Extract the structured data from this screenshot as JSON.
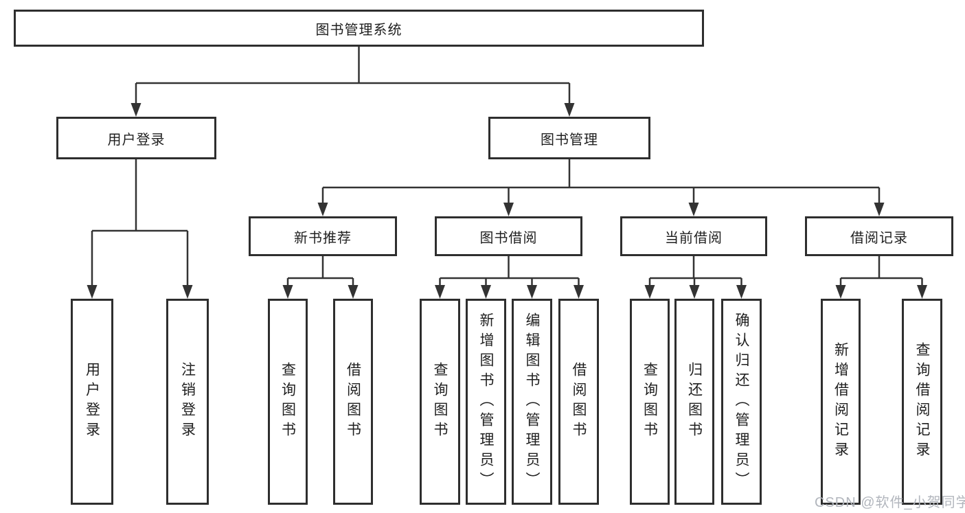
{
  "diagram": {
    "title": "图书管理系统",
    "level2": {
      "user_login": "用户登录",
      "book_mgmt": "图书管理"
    },
    "level3": {
      "recommend": "新书推荐",
      "borrow": "图书借阅",
      "current": "当前借阅",
      "records": "借阅记录"
    },
    "leaves": {
      "login": [
        "用户登录",
        "注销登录"
      ],
      "recommend": [
        "查询图书",
        "借阅图书"
      ],
      "borrow": [
        "查询图书",
        "新增图书（管理员）",
        "编辑图书（管理员）",
        "借阅图书"
      ],
      "current": [
        "查询图书",
        "归还图书",
        "确认归还（管理员）"
      ],
      "records": [
        "新增借阅记录",
        "查询借阅记录"
      ]
    }
  },
  "watermark": "CSDN @软件_小贺同学",
  "colors": {
    "line": "#333333",
    "box_border": "#2e2e2e",
    "text": "#1f1f1f",
    "watermark": "#b2b6bd",
    "background": "#ffffff"
  }
}
